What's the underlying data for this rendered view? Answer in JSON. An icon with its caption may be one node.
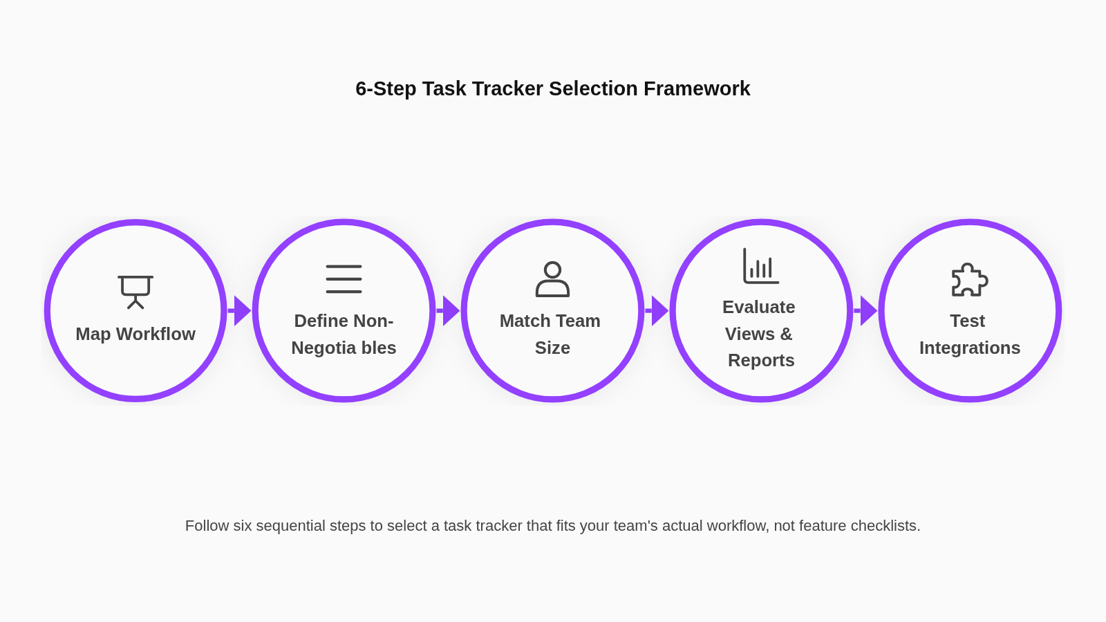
{
  "diagram": {
    "title": "6-Step Task Tracker Selection Framework",
    "nodes": [
      {
        "text": [
          "Map Workflow"
        ]
      },
      {
        "text": [
          "Define Non-Negotia bles"
        ]
      },
      {
        "text": [
          "Match Team Size"
        ]
      },
      {
        "text": [
          "Evaluate Views & Reports"
        ]
      },
      {
        "text": [
          "Test Integrations"
        ]
      }
    ],
    "edges": [
      {
        "from": 0,
        "to": 1,
        "arrow": "to"
      },
      {
        "from": 1,
        "to": 2,
        "arrow": "to"
      },
      {
        "from": 2,
        "to": 3,
        "arrow": "to"
      },
      {
        "from": 3,
        "to": 4,
        "arrow": "to"
      }
    ],
    "caption": "Follow six sequential steps to select a task tracker that fits your team's actual workflow, not feature checklists."
  }
}
